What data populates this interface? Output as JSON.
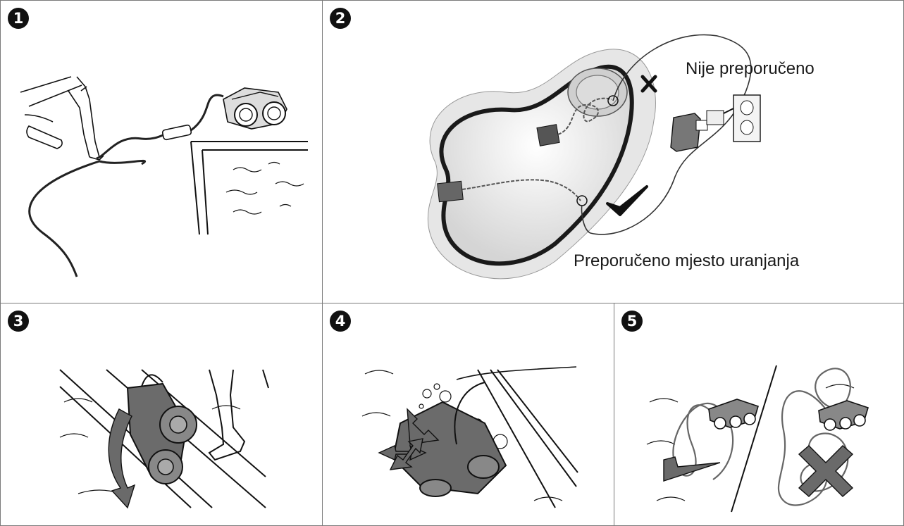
{
  "steps": [
    {
      "number": "1"
    },
    {
      "number": "2",
      "label_not_recommended": "Nije preporučeno",
      "label_recommended": "Preporučeno mjesto uranjanja"
    },
    {
      "number": "3"
    },
    {
      "number": "4"
    },
    {
      "number": "5"
    }
  ],
  "icons": {
    "cross": "cross-icon",
    "check": "check-icon"
  },
  "colors": {
    "outline": "#111111",
    "panel_border": "#7a7a7a",
    "robot_body": "#6b6b6b",
    "arrow": "#6a6a6a"
  }
}
